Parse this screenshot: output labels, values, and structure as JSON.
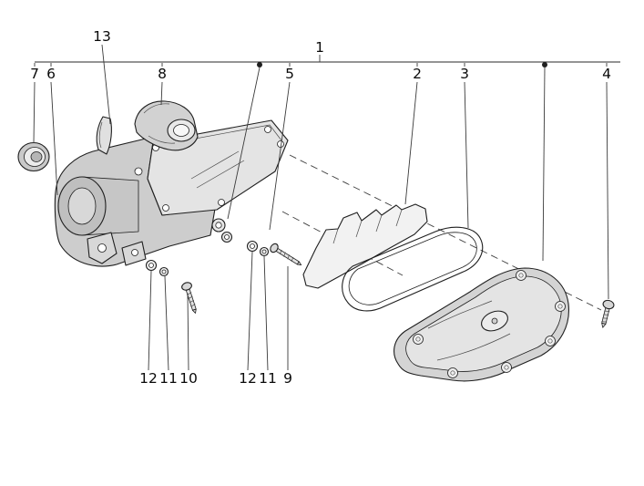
{
  "diagram": {
    "kind": "exploded-parts-diagram",
    "assembly_callout": "1",
    "top_callouts": [
      "7",
      "6",
      "13",
      "8",
      "5",
      "2",
      "3",
      "4"
    ],
    "bottom_callouts": [
      "12",
      "11",
      "10",
      "12",
      "11",
      "9"
    ]
  },
  "colors": {
    "background": "#ffffff",
    "line": "#1f1f1f",
    "leader": "#3a3a3a",
    "fill_light": "#ececec",
    "fill_mid": "#d4d4d4",
    "fill_dark": "#c0c0c0"
  }
}
